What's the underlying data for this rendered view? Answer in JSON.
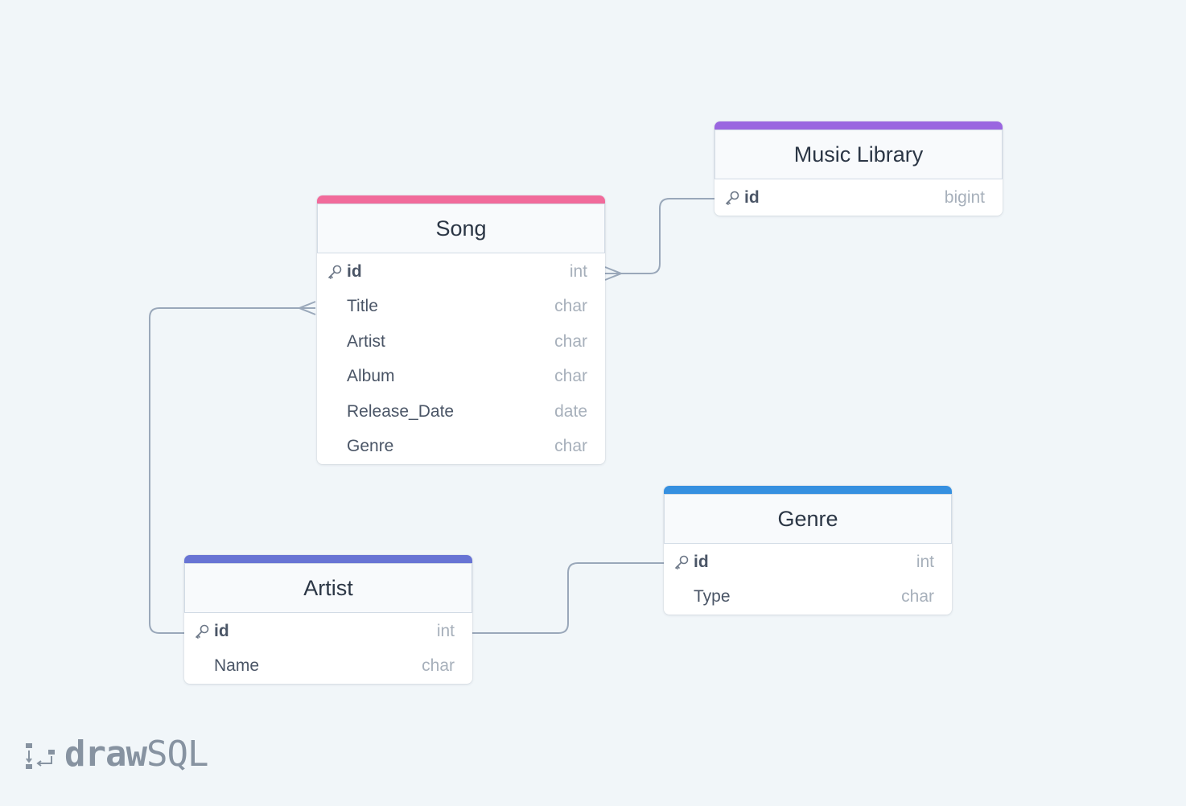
{
  "tables": [
    {
      "name": "Song",
      "color": "#f16b9b",
      "columns": [
        {
          "name": "id",
          "type": "int",
          "primary": true
        },
        {
          "name": "Title",
          "type": "char",
          "primary": false
        },
        {
          "name": "Artist",
          "type": "char",
          "primary": false
        },
        {
          "name": "Album",
          "type": "char",
          "primary": false
        },
        {
          "name": "Release_Date",
          "type": "date",
          "primary": false
        },
        {
          "name": "Genre",
          "type": "char",
          "primary": false
        }
      ]
    },
    {
      "name": "Music Library",
      "color": "#9a66e0",
      "columns": [
        {
          "name": "id",
          "type": "bigint",
          "primary": true
        }
      ]
    },
    {
      "name": "Genre",
      "color": "#3690e0",
      "columns": [
        {
          "name": "id",
          "type": "int",
          "primary": true
        },
        {
          "name": "Type",
          "type": "char",
          "primary": false
        }
      ]
    },
    {
      "name": "Artist",
      "color": "#6874d4",
      "columns": [
        {
          "name": "id",
          "type": "int",
          "primary": true
        },
        {
          "name": "Name",
          "type": "char",
          "primary": false
        }
      ]
    }
  ],
  "relationships": [
    {
      "from": "Song.id",
      "to": "Music Library.id",
      "cardinality": "many-to-one"
    },
    {
      "from": "Song.Title",
      "to": "Artist.id",
      "cardinality": "many-to-one"
    },
    {
      "from": "Artist.id",
      "to": "Genre.id",
      "cardinality": "one-to-one"
    }
  ],
  "logo": {
    "bold": "draw",
    "light": "SQL",
    "icon": "drawsql-logo-icon"
  },
  "colors": {
    "background": "#f1f6f9",
    "connector": "#9aa8ba"
  }
}
